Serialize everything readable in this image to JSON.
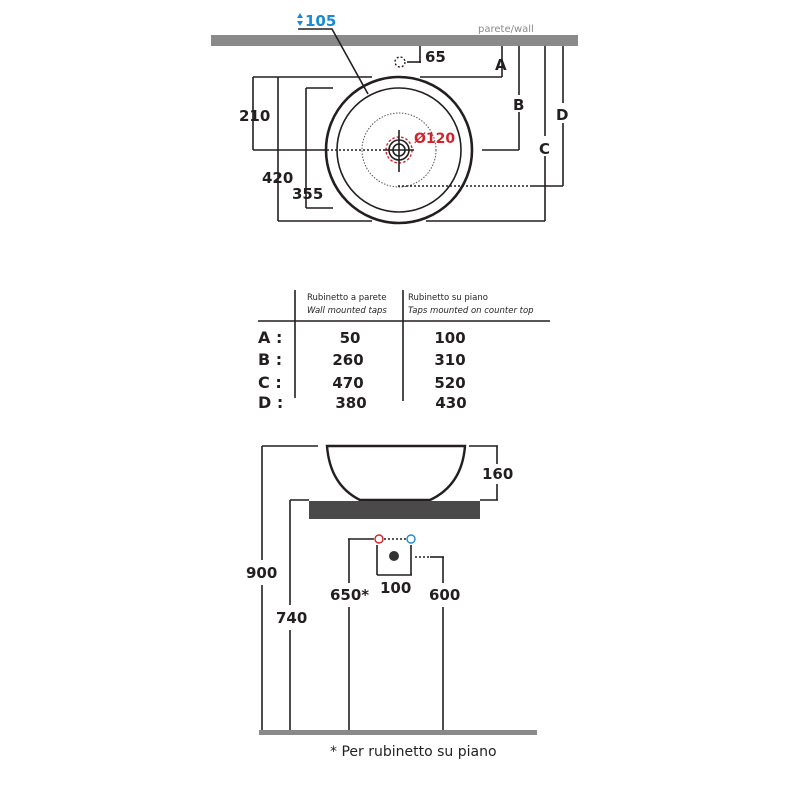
{
  "plan_view": {
    "height_label": "105",
    "wall_label": "parete/wall",
    "dim_65": "65",
    "dim_210": "210",
    "dim_420": "420",
    "dim_355": "355",
    "drain_diameter": "Ø120",
    "letters": {
      "a": "A",
      "b": "B",
      "c": "C",
      "d": "D"
    },
    "colors": {
      "blue": "#1a8ad4",
      "red": "#d2232a",
      "wall": "#8a8a8a"
    }
  },
  "table": {
    "col1_title": "Rubinetto a parete",
    "col1_subtitle": "Wall mounted taps",
    "col2_title": "Rubinetto su piano",
    "col2_subtitle": "Taps mounted on counter top",
    "rows": [
      {
        "label": "A :",
        "wall": "50",
        "counter": "100"
      },
      {
        "label": "B :",
        "wall": "260",
        "counter": "310"
      },
      {
        "label": "C :",
        "wall": "470",
        "counter": "520"
      },
      {
        "label": "D :",
        "wall": "380",
        "counter": "430"
      }
    ]
  },
  "side_view": {
    "dim_160": "160",
    "dim_900": "900",
    "dim_740": "740",
    "dim_650": "650*",
    "dim_100": "100",
    "dim_600": "600",
    "footnote": "* Per rubinetto su piano"
  }
}
